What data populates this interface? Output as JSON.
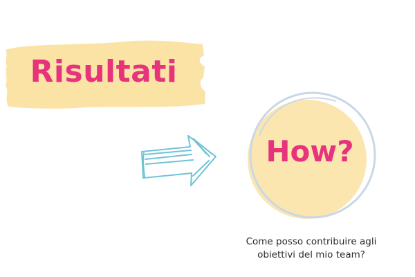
{
  "title": "Risultati",
  "question": "How?",
  "caption": {
    "line1": "Come posso contribuire agli",
    "line2": "obiettivi del mio team?"
  },
  "icons": {
    "arrow": "hand-drawn-arrow-icon",
    "highlight": "brush-stroke-highlight",
    "circle": "circle-highlight"
  },
  "colors": {
    "accent": "#e7327c",
    "highlight": "#fbe3a6",
    "circle_fill": "#fbe6b0",
    "circle_stroke": "#c9d7e6",
    "arrow": "#6ec3d6",
    "text": "#2b2b2b"
  }
}
